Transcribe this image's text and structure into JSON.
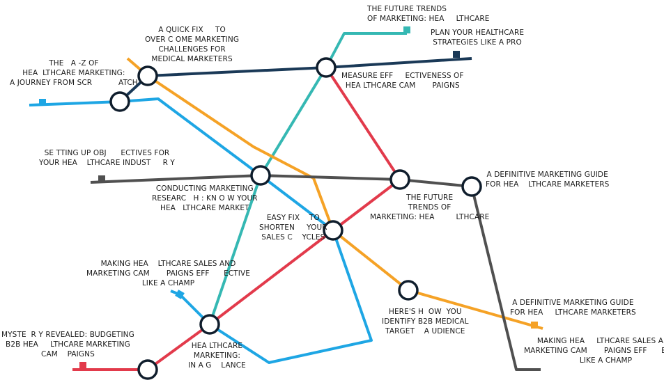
{
  "lines": {
    "teal": {
      "color": "#35b8b3"
    },
    "navy": {
      "color": "#1a3957"
    },
    "blue": {
      "color": "#1ea6e4"
    },
    "orange": {
      "color": "#f5a226"
    },
    "red": {
      "color": "#e23a4b"
    },
    "gray": {
      "color": "#505050"
    }
  },
  "stations": {
    "future_trends_healthcare": "THE FUTURE TRENDS\nOF MARKETING: HEA     LTHCARE",
    "plan_healthcare_strategies": "PLAN YOUR HEALTHCARE\nSTRATEGIES LIKE A PRO",
    "quick_fix_challenges": "A QUICK FIX     TO\nOVER C OME MARKETING\nCHALLENGES FOR\nMEDICAL MARKETERS",
    "a_to_z": "THE   A -Z OF\nHEA  LTHCARE MARKETING:\nA JOURNEY FROM SCR           ATCH",
    "measure_effectiveness": "MEASURE EFF     ECTIVENESS OF\nHEA LTHCARE CAM       PAIGNS",
    "setting_up_objectives": "SE TTING UP OBJ      ECTIVES FOR\nYOUR HEA    LTHCARE INDUST     R Y",
    "conducting_research": "CONDUCTING MARKETING\nRESEARC   H : KN O W YOUR\nHEA   LTHCARE MARKET",
    "future_trends": "THE FUTURE\nTRENDS OF\nMARKETING: HEA         LTHCARE",
    "definitive_guide_top": "A DEFINITIVE MARKETING GUIDE\nFOR HEA    LTHCARE MARKETERS",
    "easy_fix": "EASY FIX    TO\nSHORTEN     YOUR\nSALES C    YCLES",
    "making_sales_left": "MAKING HEA    LTHCARE SALES AND\nMARKETING CAM       PAIGNS EFF      ECTIVE\nLIKE A CHAMP",
    "identify_b2b": "HERE'S H  OW  YOU\nIDENTIFY B2B MEDICAL\nTARGET    A UDIENCE",
    "definitive_guide_bottom": "A DEFINITIVE MARKETING GUIDE\nFOR HEA     LTHCARE MARKETERS",
    "mystery_budgeting": "MYSTE  R Y REVEALED: BUDGETING\nB2B HEA     LTHCARE MARKETING\nCAM    PAIGNS",
    "healthcare_glance": "HEA LTHCARE\nMARKETING:\nIN A G    LANCE",
    "making_sales_right": "MAKING HEA     LTHCARE SALES AND\nMARKETING CAM       PAIGNS EFF      ECTIVE\nLIKE A CHAMP"
  }
}
